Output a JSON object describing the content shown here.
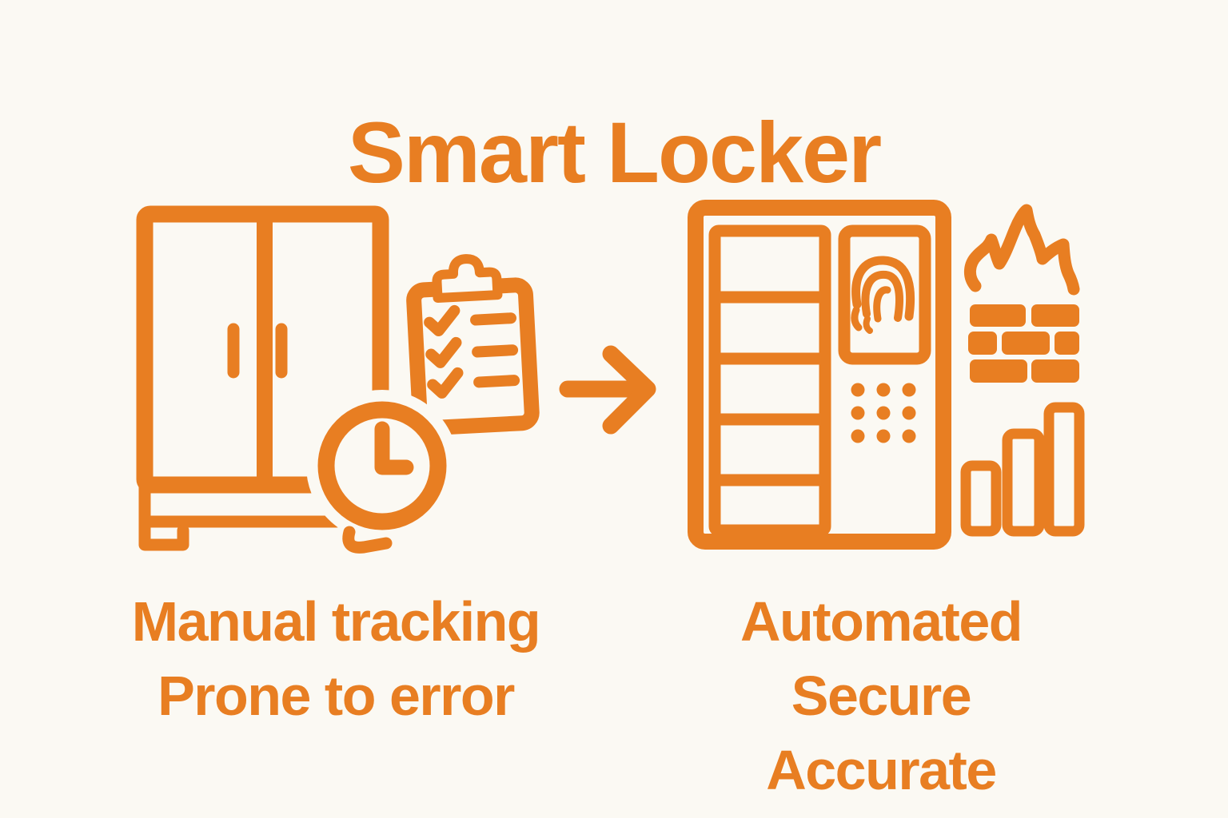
{
  "title": "Smart Locker",
  "colors": {
    "accent": "#E87E22",
    "background": "#FBF9F3"
  },
  "before": {
    "caption_lines": [
      "Manual tracking",
      "Prone to error"
    ],
    "icons": [
      "cabinet",
      "clipboard-checklist",
      "clock"
    ]
  },
  "arrow": {
    "icon": "arrow-right"
  },
  "after": {
    "caption_lines": [
      "Automated",
      "Secure",
      "Accurate"
    ],
    "icons": [
      "smart-locker-fingerprint-keypad",
      "firewall",
      "bar-chart"
    ]
  }
}
